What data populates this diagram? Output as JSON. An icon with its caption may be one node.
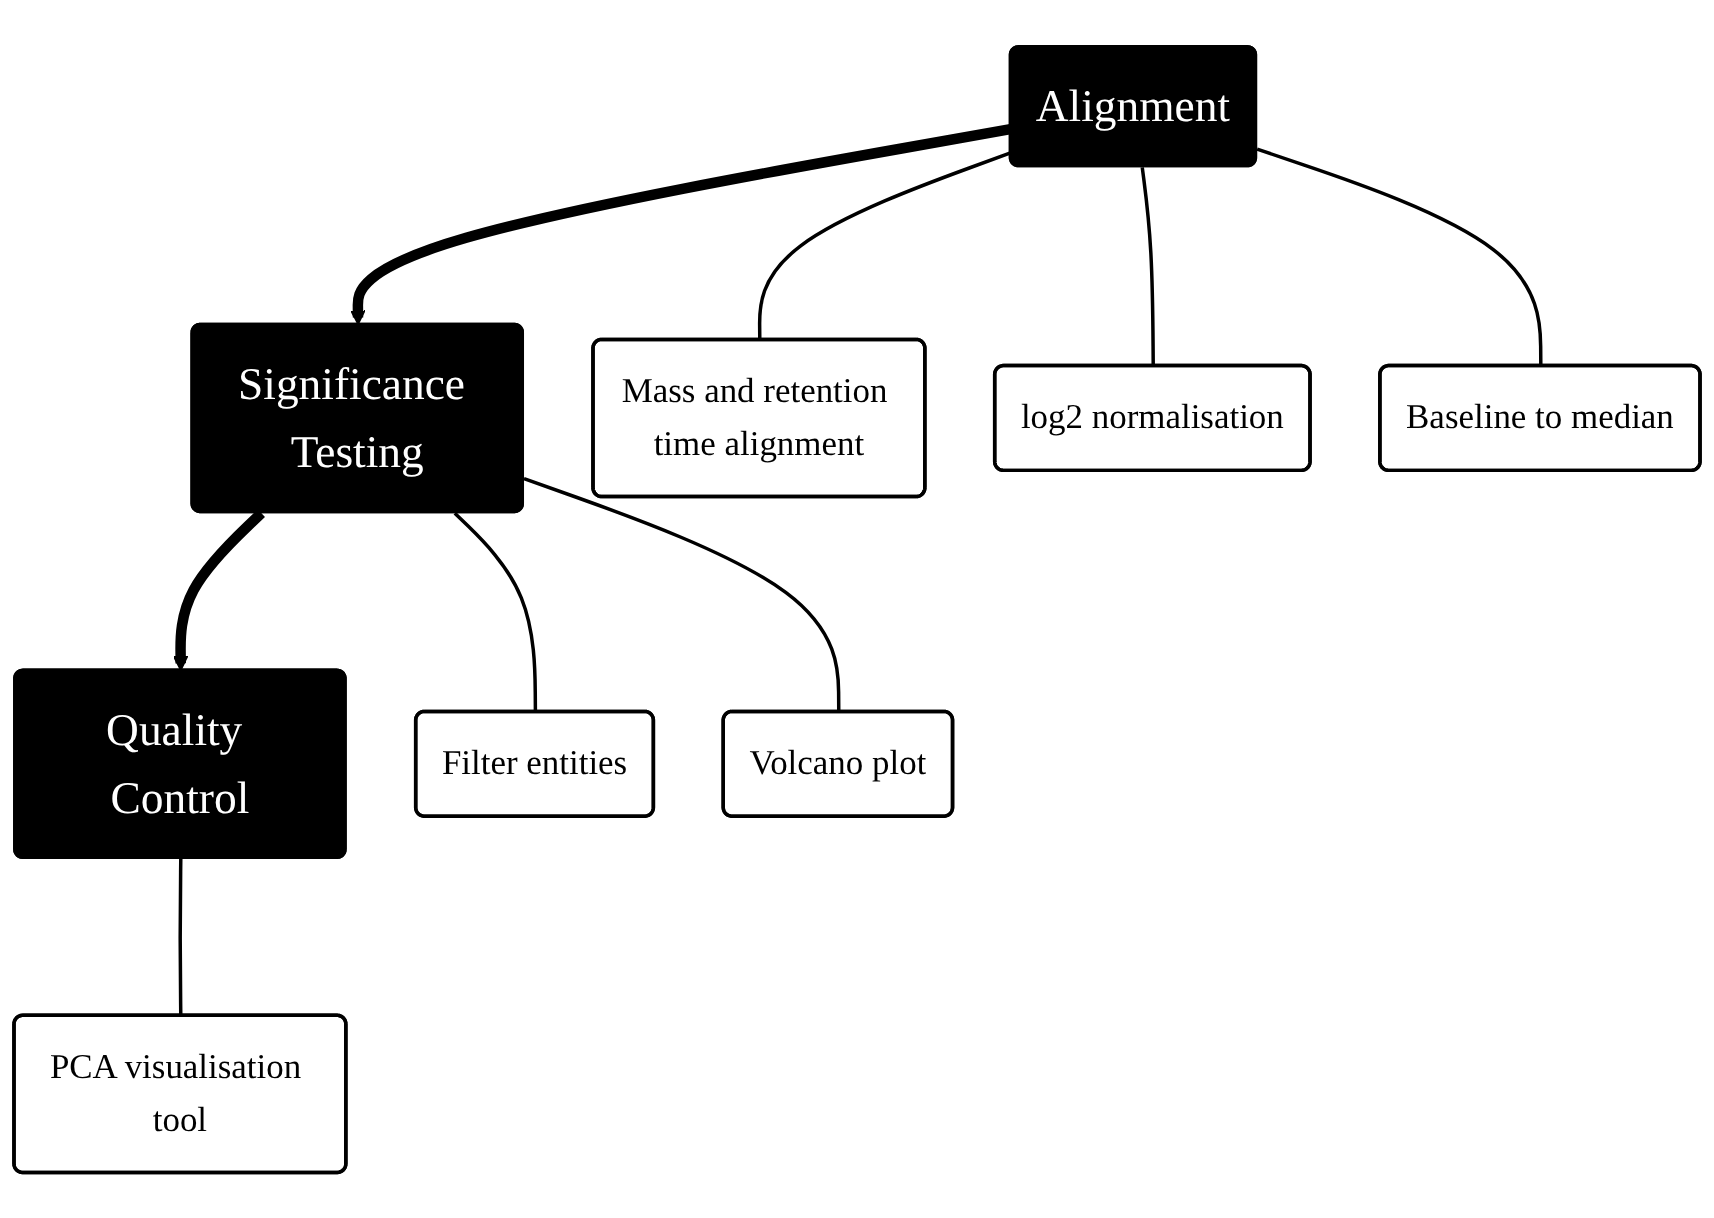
{
  "diagram": {
    "nodes": [
      {
        "text": [
          "Alignment"
        ]
      },
      {
        "text": [
          "Significance Testing"
        ]
      },
      {
        "text": [
          "Quality Control"
        ]
      },
      {
        "text": [
          "Mass and retention time alignment"
        ]
      },
      {
        "text": [
          "log2 normalisation"
        ]
      },
      {
        "text": [
          "Baseline to median"
        ]
      },
      {
        "text": [
          "Filter entities"
        ]
      },
      {
        "text": [
          "Volcano plot"
        ]
      },
      {
        "text": [
          "PCA visualisation tool"
        ]
      }
    ],
    "edges": [
      {
        "from": 0,
        "to": 1,
        "arrow": "to",
        "style": "thick"
      },
      {
        "from": 1,
        "to": 2,
        "arrow": "to",
        "style": "thick"
      },
      {
        "from": 0,
        "to": 3,
        "arrow": "none"
      },
      {
        "from": 0,
        "to": 4,
        "arrow": "none"
      },
      {
        "from": 0,
        "to": 5,
        "arrow": "none"
      },
      {
        "from": 1,
        "to": 6,
        "arrow": "none"
      },
      {
        "from": 1,
        "to": 7,
        "arrow": "none"
      },
      {
        "from": 2,
        "to": 8,
        "arrow": "none"
      }
    ]
  }
}
